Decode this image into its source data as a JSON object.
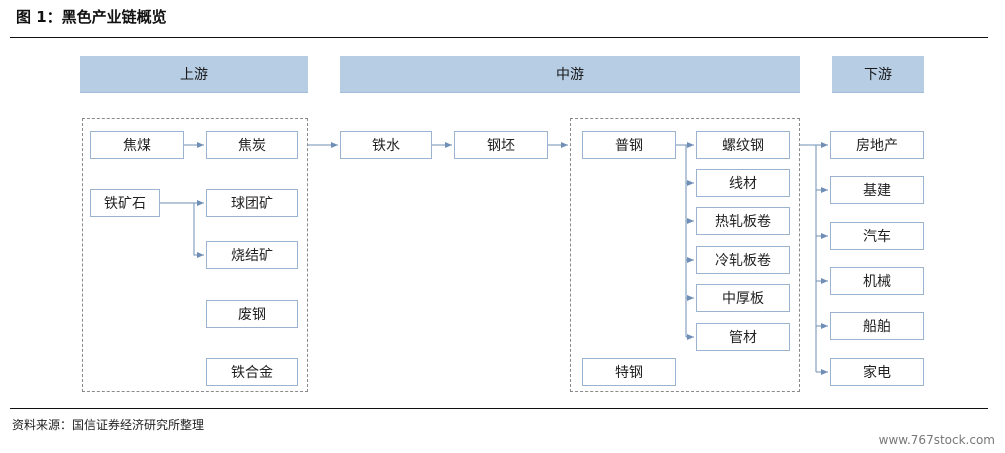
{
  "title": "图 1：黑色产业链概览",
  "headers": {
    "upstream": "上游",
    "midstream": "中游",
    "downstream": "下游"
  },
  "upstream": {
    "coke_coal": "焦煤",
    "coke": "焦炭",
    "iron_ore": "铁矿石",
    "pellet": "球团矿",
    "sinter": "烧结矿",
    "scrap": "废钢",
    "ferroalloy": "铁合金"
  },
  "midstream": {
    "hot_metal": "铁水",
    "billet": "钢坯",
    "common_steel": "普钢",
    "rebar": "螺纹钢",
    "wire_rod": "线材",
    "hot_rolled": "热轧板卷",
    "cold_rolled": "冷轧板卷",
    "medium_plate": "中厚板",
    "pipe": "管材",
    "special_steel": "特钢"
  },
  "downstream": {
    "real_estate": "房地产",
    "infrastructure": "基建",
    "auto": "汽车",
    "machinery": "机械",
    "shipbuilding": "船舶",
    "appliances": "家电"
  },
  "footer": "资料来源：国信证券经济研究所整理",
  "watermark": "www.767stock.com"
}
